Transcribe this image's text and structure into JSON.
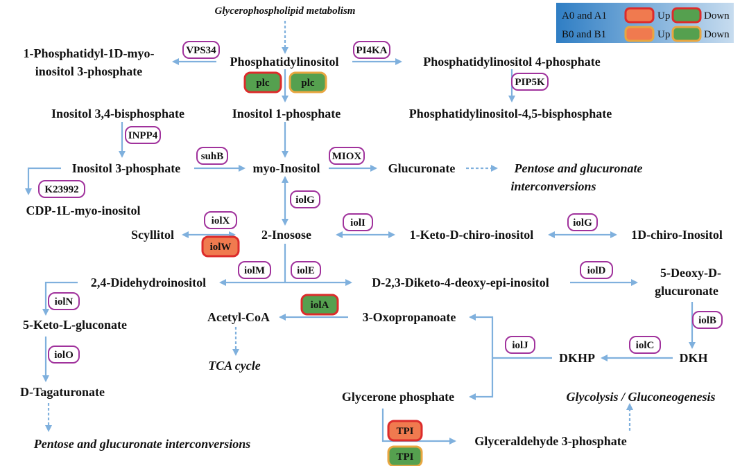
{
  "colors": {
    "arrow": "#7fb0dd",
    "enzyme_border": "#a0329c",
    "up_fill": "#f07a4f",
    "down_fill": "#55a04f",
    "border_a": "#dc2b2b",
    "border_b": "#e8a640",
    "legend_bg_left": "#2f7ec4",
    "legend_bg_right": "#c7dcef"
  },
  "legend": {
    "row1_label": "A0 and A1",
    "row2_label": "B0 and B1",
    "up": "Up",
    "down": "Down"
  },
  "pathways": {
    "glycerophospholipid": "Glycerophospholipid metabolism",
    "pentose_right_1": "Pentose and glucuronate",
    "pentose_right_2": "interconversions",
    "tca": "TCA cycle",
    "glycolysis": "Glycolysis / Gluconeogenesis",
    "pentose_bottom": "Pentose and glucuronate interconversions"
  },
  "metabolites": {
    "ptd_1d_1": "1-Phosphatidyl-1D-myo-",
    "ptd_1d_2": "inositol 3-phosphate",
    "pi": "Phosphatidylinositol",
    "pi4p": "Phosphatidylinositol 4-phosphate",
    "pip2": "Phosphatidylinositol-4,5-bisphosphate",
    "ins34bp": "Inositol 3,4-bisphosphate",
    "ins1p": "Inositol 1-phosphate",
    "ins3p": "Inositol 3-phosphate",
    "myo": "myo-Inositol",
    "glucuronate": "Glucuronate",
    "cdp": "CDP-1L-myo-inositol",
    "scyllitol": "Scyllitol",
    "inosose": "2-Inosose",
    "keto_chiro": "1-Keto-D-chiro-inositol",
    "chiro": "1D-chiro-Inositol",
    "didehydro": "2,4-Didehydroinositol",
    "diketo": "D-2,3-Diketo-4-deoxy-epi-inositol",
    "deoxy_1": "5-Deoxy-D-",
    "deoxy_2": "glucuronate",
    "keto_gluconate": "5-Keto-L-gluconate",
    "acetylcoa": "Acetyl-CoA",
    "oxoprop": "3-Oxopropanoate",
    "dkhp": "DKHP",
    "dkh": "DKH",
    "tagaturonate": "D-Tagaturonate",
    "glycerone": "Glycerone phosphate",
    "g3p": "Glyceraldehyde 3-phosphate"
  },
  "enzymes": {
    "vps34": "VPS34",
    "pi4ka": "PI4KA",
    "pip5k": "PIP5K",
    "inpp4": "INPP4",
    "suhb": "suhB",
    "miox": "MIOX",
    "k23992": "K23992",
    "iolg_1": "iolG",
    "iolx": "iolX",
    "ioli": "iolI",
    "iolg_2": "iolG",
    "iolm": "iolM",
    "iole": "iolE",
    "iold": "iolD",
    "ioln": "iolN",
    "iolb": "iolB",
    "iolo": "iolO",
    "iolj": "iolJ",
    "iolc": "iolC"
  },
  "regulated": {
    "plc_a": {
      "label": "plc",
      "regulation": "down",
      "group": "A0 and A1"
    },
    "plc_b": {
      "label": "plc",
      "regulation": "down",
      "group": "B0 and B1"
    },
    "iolw": {
      "label": "iolW",
      "regulation": "up",
      "group": "A0 and A1"
    },
    "iola": {
      "label": "iolA",
      "regulation": "down",
      "group": "A0 and A1"
    },
    "tpi_a": {
      "label": "TPI",
      "regulation": "up",
      "group": "A0 and A1"
    },
    "tpi_b": {
      "label": "TPI",
      "regulation": "down",
      "group": "B0 and B1"
    }
  }
}
